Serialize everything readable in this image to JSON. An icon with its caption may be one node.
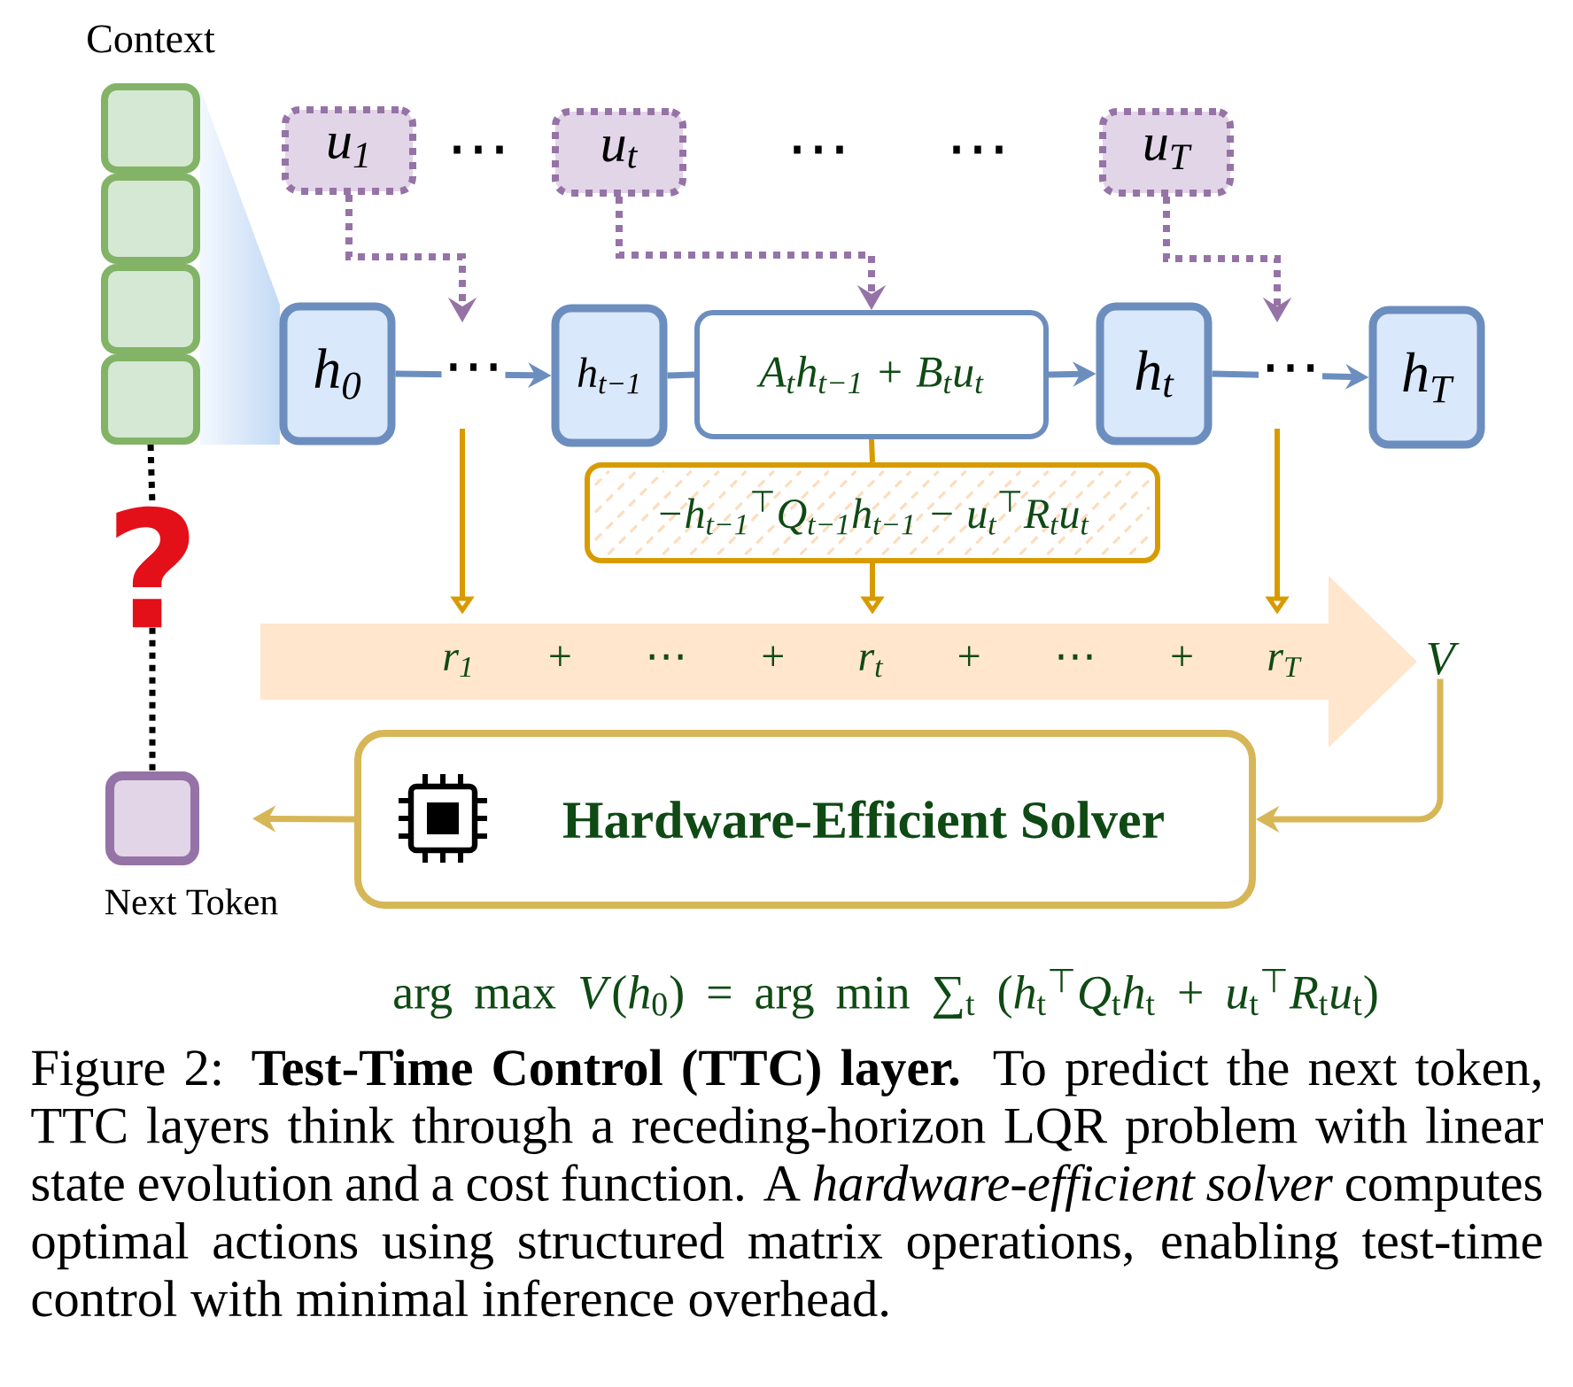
{
  "diagram": {
    "caption": "Figure 2: **Test-Time Control (TTC) layer.** To predict the next token, TTC layers think through a receding-horizon LQR problem with linear state evolution and a cost function. A *hardware-efficient solver* computes optimal actions using structured matrix operations, enabling test-time control with minimal inference overhead.",
    "nodes": [
      {
        "text": [],
        "shape": "box"
      },
      {
        "text": [],
        "shape": "box"
      },
      {
        "text": [],
        "shape": "box"
      },
      {
        "text": [],
        "shape": "box"
      },
      {
        "text": [
          "u$_{1}$"
        ]
      },
      {
        "text": [
          "u$_{t}$"
        ]
      },
      {
        "text": [
          "u$_{T}$"
        ]
      },
      {
        "text": [
          "h$_{0}$"
        ]
      },
      {
        "text": [
          "h$_{t−1}$"
        ]
      },
      {
        "text": [
          "A$_{t}$h$_{t−1}$ + B$_{t}$u$_{t}$"
        ]
      },
      {
        "text": [
          "h$_{t}$"
        ]
      },
      {
        "text": [
          "h$_{T}$"
        ]
      },
      {
        "text": [
          "−h$_{t−1}$$^{⊤}$Q$_{t−1}$h$_{t−1}$ − u$_{t}$$^{⊤}$R$_{t}$u$_{t}$"
        ]
      },
      {
        "text": [
          "?"
        ]
      },
      {
        "text": [
          "r$_{1}$ + ⋯ + r$_{t}$ + ⋯ + r$_{T}$"
        ]
      },
      {
        "text": [
          "V"
        ]
      },
      {
        "text": [],
        "shape": "box",
        "beside": [
          "Next Token"
        ]
      },
      {
        "text": [
          "Hardware-Efficient Solver"
        ]
      }
    ],
    "edges": [
      {
        "from": 3,
        "to": 13,
        "arrow": "none",
        "style": "dashed",
        "color": "#000000"
      },
      {
        "from": 13,
        "to": 16,
        "arrow": "none",
        "style": "dashed",
        "color": "#000000"
      },
      {
        "from": 4,
        "to": null,
        "arrow": "to",
        "style": "dashed",
        "color": "#9673a6"
      },
      {
        "from": 5,
        "to": 9,
        "arrow": "to",
        "style": "dashed",
        "color": "#9673a6"
      },
      {
        "from": 6,
        "to": null,
        "arrow": "to",
        "style": "dashed",
        "color": "#9673a6"
      },
      {
        "from": 7,
        "to": 8,
        "arrow": "to",
        "label": "⋯",
        "color": "#6c8ebf"
      },
      {
        "from": 8,
        "to": 9,
        "arrow": "none",
        "color": "#6c8ebf"
      },
      {
        "from": 9,
        "to": 10,
        "arrow": "to",
        "color": "#6c8ebf"
      },
      {
        "from": 10,
        "to": 11,
        "arrow": "to",
        "label": "⋯",
        "color": "#6c8ebf"
      },
      {
        "from": 9,
        "to": 12,
        "arrow": "none",
        "color": "#d79b00"
      },
      {
        "from": null,
        "to": 14,
        "arrow": "to",
        "color": "#d79b00"
      },
      {
        "from": 12,
        "to": 14,
        "arrow": "to",
        "color": "#d79b00"
      },
      {
        "from": null,
        "to": 14,
        "arrow": "to",
        "color": "#d79b00"
      },
      {
        "from": 15,
        "to": 17,
        "arrow": "to",
        "color": "#d6b656"
      },
      {
        "from": 17,
        "to": 16,
        "arrow": "to",
        "color": "#d6b656"
      }
    ],
    "labels": [
      "Context",
      "⋯",
      "⋯",
      "⋯",
      "arg max *V*(*h*$_{0}$) = arg min ∑$_{t}$ (*h*$_{t}$$^{⊤}$*Q*$_{t}$*h*$_{t}$ + *u*$_{t}$$^{⊤}$*R*$_{t}$*u*$_{t}$)"
    ]
  }
}
